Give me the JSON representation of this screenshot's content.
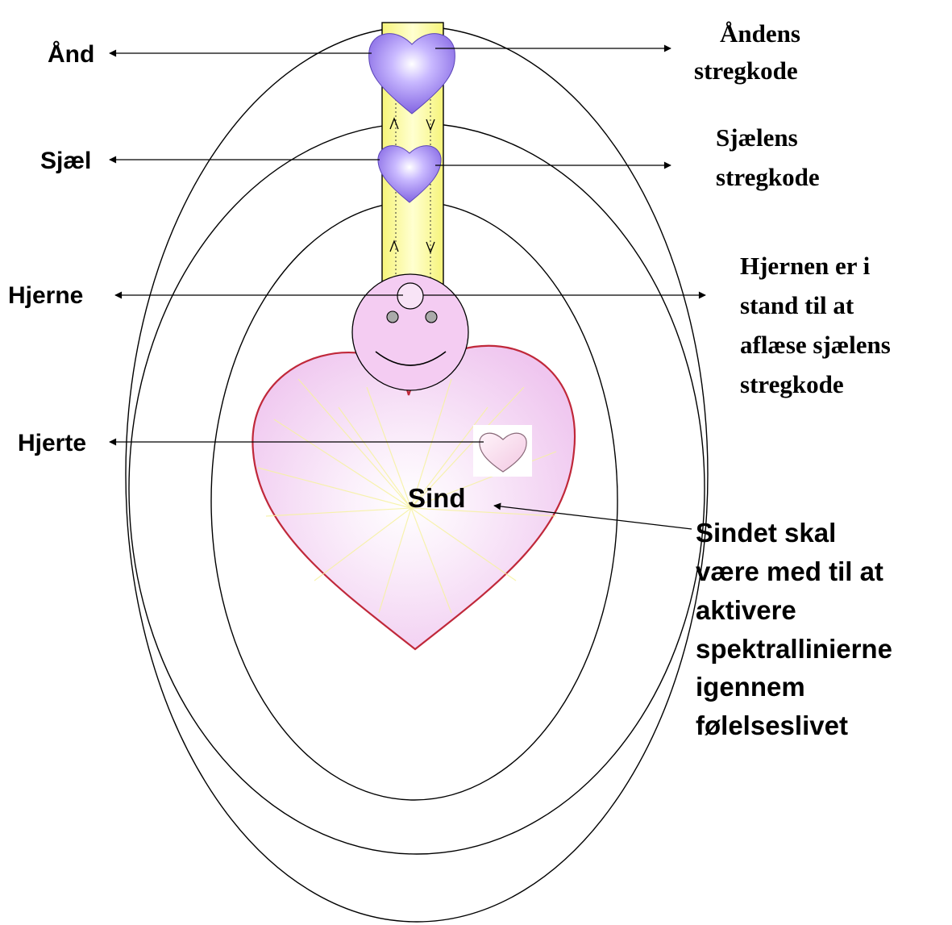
{
  "left_labels": {
    "and": "Ånd",
    "sjael": "Sjæl",
    "hjerne": "Hjerne",
    "hjerte": "Hjerte"
  },
  "center_label": "Sind",
  "right_notes": {
    "andens_stregkode": [
      "Åndens",
      "stregkode"
    ],
    "sjaelens_stregkode": [
      "Sjælens",
      "stregkode"
    ],
    "hjernen": [
      "Hjernen er i",
      "stand til at",
      "aflæse sjælens",
      "stregkode"
    ],
    "sindet": [
      "Sindet skal",
      "være med til at",
      "aktivere",
      "spektrallinierne",
      "igennem",
      "følelseslivet"
    ]
  },
  "colors": {
    "channel_fill": "#ffff9c",
    "heart_purple": "#8a6fe8",
    "heart_pink": "#f3d2f3",
    "face_fill": "#f4ccf2",
    "heart_outline": "#cc2a3a"
  }
}
